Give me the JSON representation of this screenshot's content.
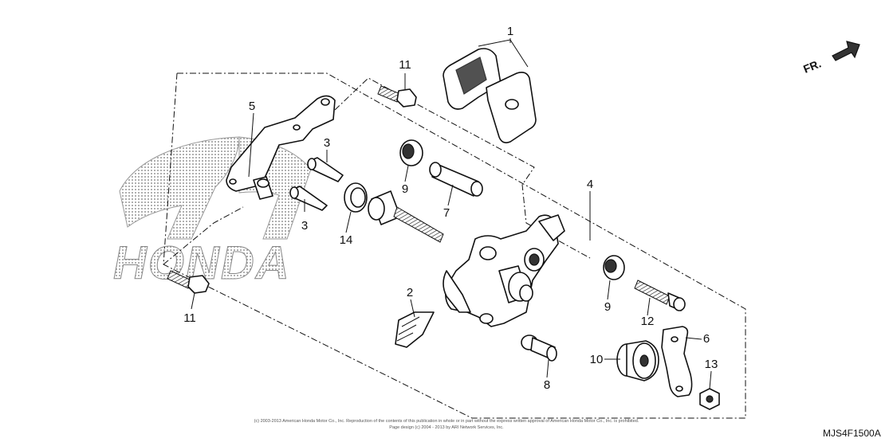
{
  "diagram": {
    "direction_label": "FR.",
    "figure_code": "MJS4F1500A",
    "watermark": "HONDA",
    "copyright_line1": "(c) 2003-2013 American Honda Motor Co., Inc. Reproduction of the contents of this publication in whole or in part without the express written approval of American Honda Motor Co., Inc. is prohibited.",
    "copyright_line2": "Page design (c) 2004 - 2013 by ARI Network Services, Inc."
  },
  "callouts": {
    "c1": "1",
    "c2": "2",
    "c3a": "3",
    "c3b": "3",
    "c4": "4",
    "c5": "5",
    "c6": "6",
    "c7": "7",
    "c8": "8",
    "c9a": "9",
    "c9b": "9",
    "c10": "10",
    "c11a": "11",
    "c11b": "11",
    "c12": "12",
    "c13": "13",
    "c14": "14"
  }
}
